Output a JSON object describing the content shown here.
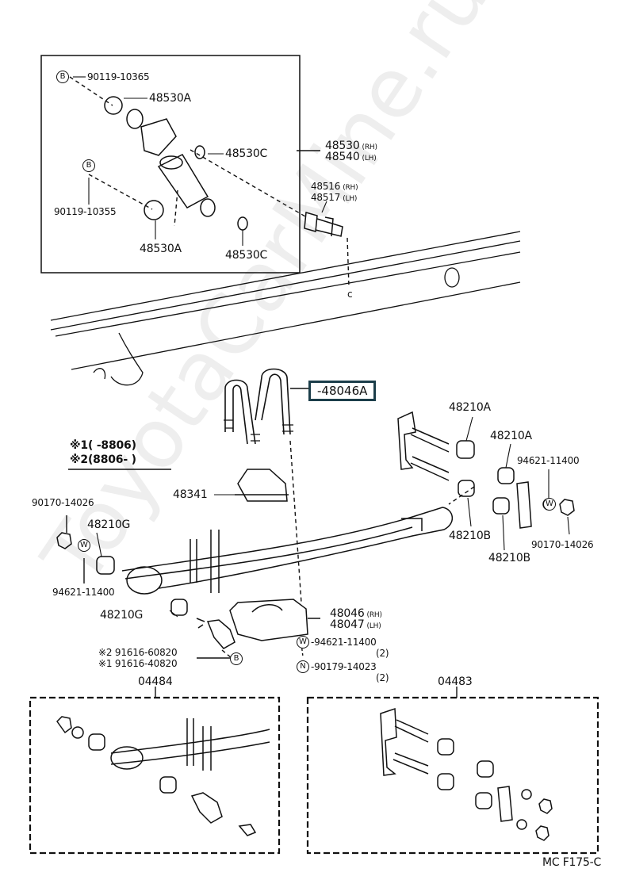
{
  "parts": {
    "b_upper": "90119-10365",
    "bushing_a_top": "48530A",
    "washer_c_top": "48530C",
    "shock_rh": "48530",
    "shock_lh": "48540",
    "rh_tag": "(RH)",
    "lh_tag": "(LH)",
    "b_left": "90119-10355",
    "bushing_a_bottom": "48530A",
    "washer_c_bottom": "48530C",
    "stud_rh": "48516",
    "stud_lh": "48517",
    "c_marker": "c",
    "u_bolt": "-48046A",
    "shackle_bush_1": "48210A",
    "shackle_bush_2": "48210A",
    "washer_w_right": "94621-11400",
    "nut_right": "90170-14026",
    "shackle_bush_b1": "48210B",
    "shackle_bush_b2": "48210B",
    "pad": "48341",
    "nut_left": "90170-14026",
    "bush_g1": "48210G",
    "washer_w_left": "94621-11400",
    "bush_g2": "48210G",
    "seat_rh": "48046",
    "seat_lh": "48047",
    "washer_w_seat": "-94621-11400",
    "qty_w": "(2)",
    "nut_n": "-90179-14023",
    "qty_n": "(2)",
    "bolt_2": "※2 91616-60820",
    "bolt_1": "※1 91616-40820",
    "kit_left": "04484",
    "kit_right": "04483",
    "figure_code": "MC F175-C"
  },
  "notes": {
    "note1_mark": "※1",
    "note1_range": "(      -8806)",
    "note2_mark": "※2",
    "note2_range": "(8806-       )"
  },
  "symbols": {
    "b": "B",
    "w": "W",
    "n": "N"
  },
  "watermark": "ToyotaCarMine.ru"
}
